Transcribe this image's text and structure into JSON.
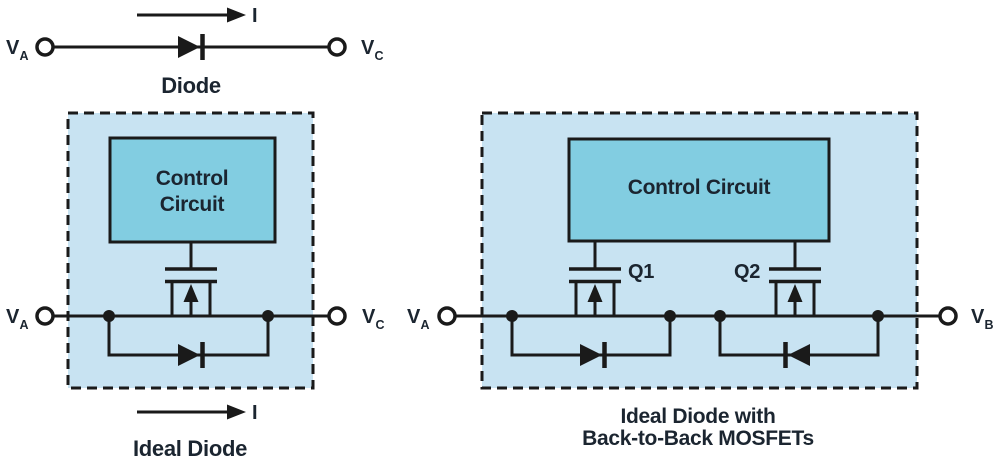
{
  "colors": {
    "module_fill": "#c8e3f2",
    "control_fill": "#82cde1"
  },
  "diode_circuit": {
    "caption": "Diode",
    "current_label": "I",
    "left_terminal": {
      "name": "V",
      "sub": "A"
    },
    "right_terminal": {
      "name": "V",
      "sub": "C"
    }
  },
  "ideal_diode_circuit": {
    "caption": "Ideal Diode",
    "current_label": "I",
    "control_box": {
      "line1": "Control",
      "line2": "Circuit"
    },
    "left_terminal": {
      "name": "V",
      "sub": "A"
    },
    "right_terminal": {
      "name": "V",
      "sub": "C"
    }
  },
  "back_to_back_circuit": {
    "caption_line1": "Ideal Diode with",
    "caption_line2": "Back-to-Back MOSFETs",
    "control_box": {
      "label": "Control Circuit"
    },
    "transistors": {
      "q1": "Q1",
      "q2": "Q2"
    },
    "left_terminal": {
      "name": "V",
      "sub": "A"
    },
    "right_terminal": {
      "name": "V",
      "sub": "B"
    }
  }
}
